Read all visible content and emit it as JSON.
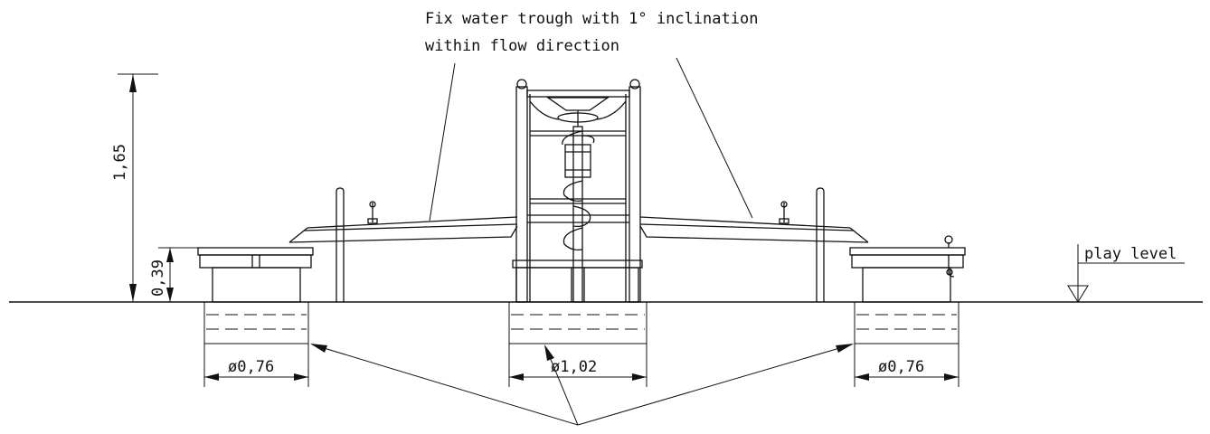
{
  "annotation": {
    "line1": "Fix water trough with 1° inclination",
    "line2": "within flow direction"
  },
  "dimensions": {
    "total_height": "1,65",
    "basin_height": "0,39",
    "left_diameter": "ø0,76",
    "center_diameter": "ø1,02",
    "right_diameter": "ø0,76"
  },
  "play_level_label": "play level"
}
